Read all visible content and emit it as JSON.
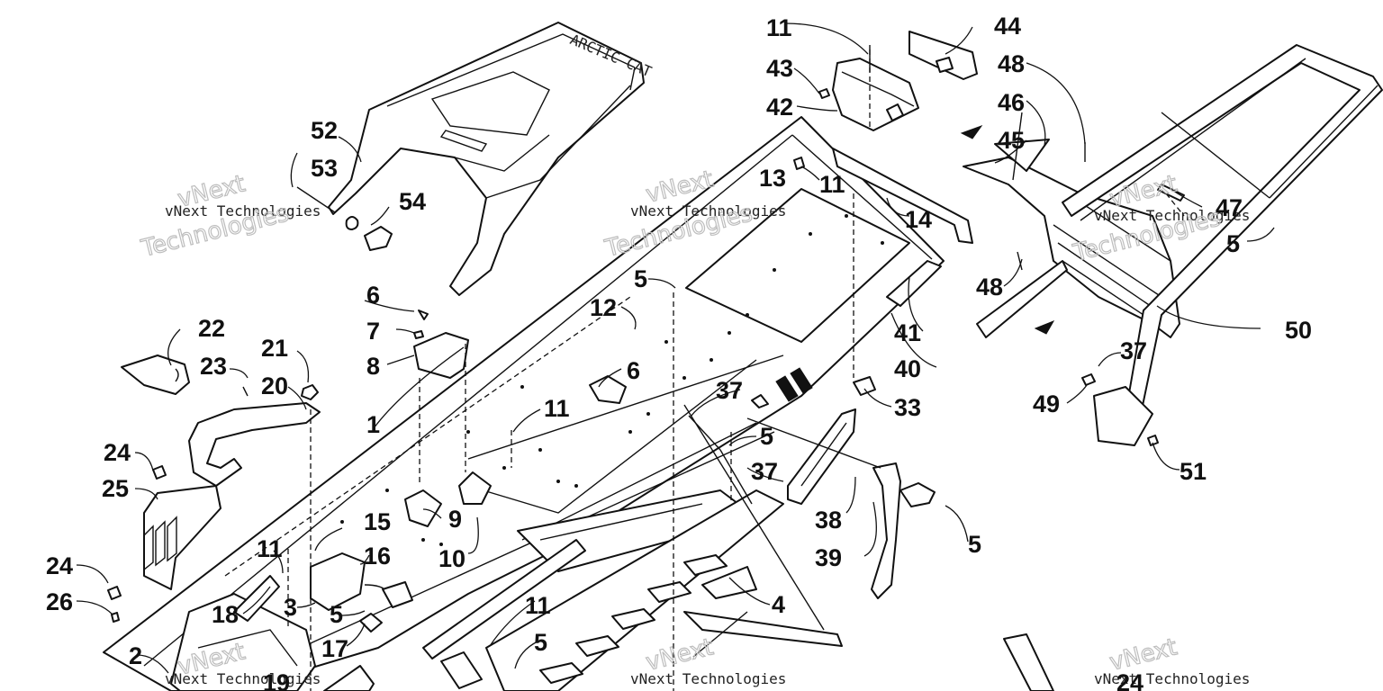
{
  "watermark": {
    "line1": "vNext Technologies",
    "line2": "vNext",
    "line3": "Technologies"
  },
  "callouts": [
    "1",
    "2",
    "3",
    "4",
    "5",
    "6",
    "7",
    "8",
    "9",
    "10",
    "11",
    "12",
    "13",
    "14",
    "15",
    "16",
    "17",
    "18",
    "19",
    "20",
    "21",
    "22",
    "23",
    "24",
    "25",
    "26",
    "33",
    "37",
    "38",
    "39",
    "40",
    "41",
    "42",
    "43",
    "44",
    "45",
    "46",
    "47",
    "48",
    "49",
    "50",
    "51",
    "52",
    "53",
    "54"
  ],
  "labels": {
    "n1": "1",
    "n2": "2",
    "n3": "3",
    "n4": "4",
    "n5a": "5",
    "n5b": "5",
    "n5c": "5",
    "n5d": "5",
    "n5e": "5",
    "n5f": "5",
    "n6a": "6",
    "n6b": "6",
    "n7": "7",
    "n8": "8",
    "n9": "9",
    "n10": "10",
    "n11a": "11",
    "n11b": "11",
    "n11c": "11",
    "n11d": "11",
    "n11e": "11",
    "n12": "12",
    "n13": "13",
    "n14": "14",
    "n15": "15",
    "n16": "16",
    "n17": "17",
    "n18": "18",
    "n19": "19",
    "n20": "20",
    "n21": "21",
    "n22": "22",
    "n23": "23",
    "n24a": "24",
    "n24b": "24",
    "n24c": "24",
    "n25": "25",
    "n26": "26",
    "n33": "33",
    "n37a": "37",
    "n37b": "37",
    "n37c": "37",
    "n38": "38",
    "n39": "39",
    "n40": "40",
    "n41": "41",
    "n42": "42",
    "n43": "43",
    "n44": "44",
    "n45": "45",
    "n46": "46",
    "n47": "47",
    "n48a": "48",
    "n48b": "48",
    "n49": "49",
    "n50": "50",
    "n51": "51",
    "n52": "52",
    "n53": "53",
    "n54": "54"
  },
  "seat_logo_text": "ARCTIC CAT",
  "colors": {
    "line": "#111111",
    "watermark": "#bdbdbd",
    "background": "#ffffff"
  }
}
